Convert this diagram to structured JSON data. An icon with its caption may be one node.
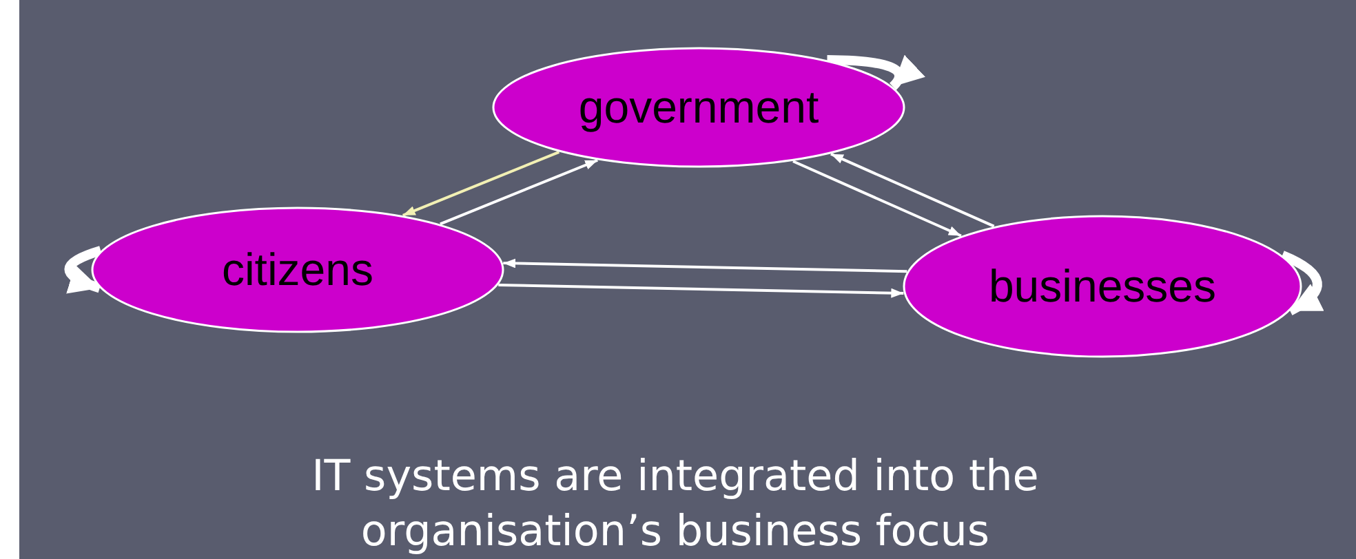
{
  "diagram": {
    "caption": "IT systems are integrated into the organisation’s business focus",
    "nodes": [
      {
        "text": [
          "government"
        ]
      },
      {
        "text": [
          "citizens"
        ]
      },
      {
        "text": [
          "businesses"
        ]
      }
    ],
    "edges": [
      {
        "from": 0,
        "to": 1,
        "arrow": "to",
        "color": "#f2f0b4"
      },
      {
        "from": 1,
        "to": 0,
        "arrow": "to"
      },
      {
        "from": 0,
        "to": 2,
        "arrow": "to"
      },
      {
        "from": 2,
        "to": 0,
        "arrow": "to"
      },
      {
        "from": 2,
        "to": 1,
        "arrow": "to"
      },
      {
        "from": 1,
        "to": 2,
        "arrow": "to"
      },
      {
        "from": 0,
        "to": 0,
        "arrow": "to",
        "style": "thick"
      },
      {
        "from": 1,
        "to": 1,
        "arrow": "to",
        "style": "thick"
      },
      {
        "from": 2,
        "to": 2,
        "arrow": "to",
        "style": "thick"
      }
    ]
  }
}
